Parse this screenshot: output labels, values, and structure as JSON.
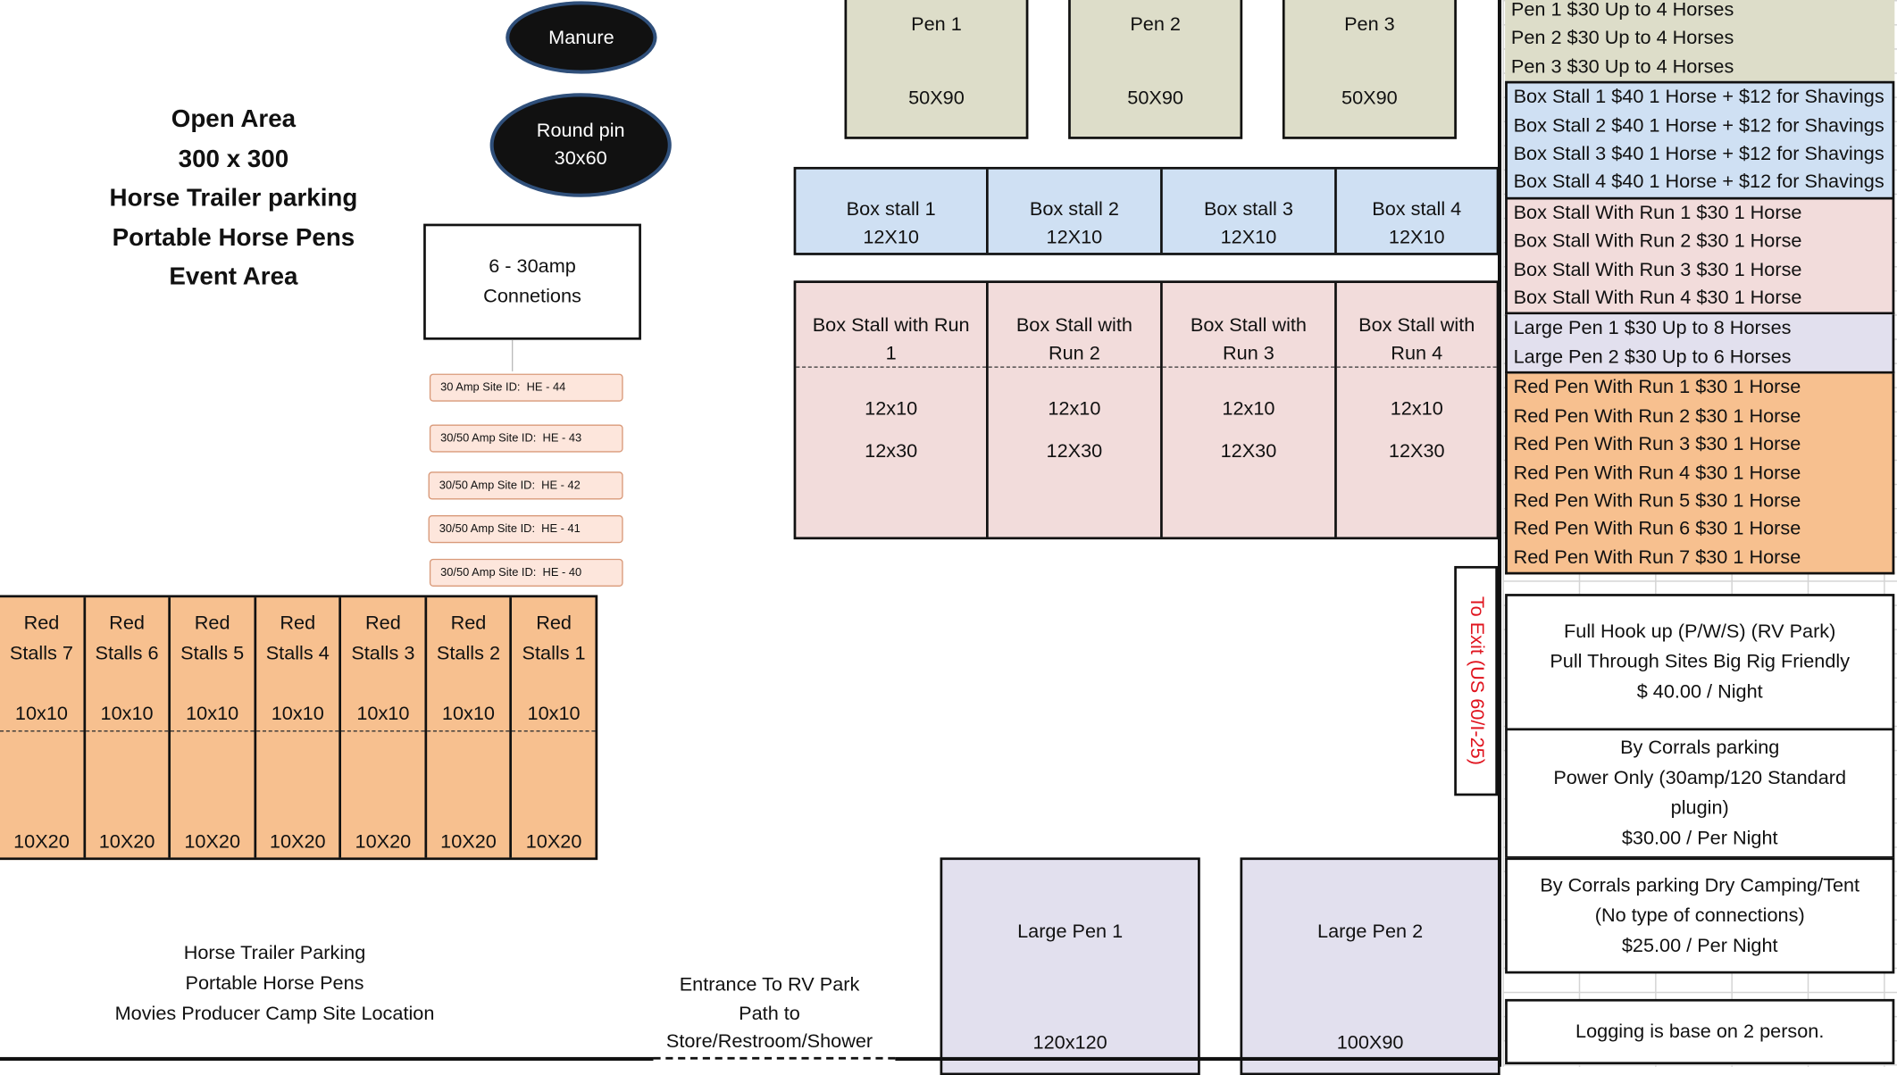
{
  "open_area": {
    "lines": [
      "Open Area",
      "300 x 300",
      "Horse Trailer parking",
      "Portable Horse Pens",
      "Event Area"
    ]
  },
  "manure": {
    "label": "Manure"
  },
  "round_pin": {
    "name": "Round pin",
    "size": "30x60"
  },
  "connections": {
    "label": "6 - 30amp\nConnetions"
  },
  "sites": [
    "30 Amp Site ID:  HE - 44",
    "30/50 Amp Site ID:  HE - 43",
    "30/50 Amp Site ID:  HE - 42",
    "30/50 Amp Site ID:  HE - 41",
    "30/50 Amp Site ID:  HE - 40"
  ],
  "pens": [
    {
      "name": "Pen 1",
      "size": "50X90"
    },
    {
      "name": "Pen 2",
      "size": "50X90"
    },
    {
      "name": "Pen 3",
      "size": "50X90"
    }
  ],
  "box_stalls": [
    {
      "name": "Box stall 1",
      "size": "12X10"
    },
    {
      "name": "Box stall 2",
      "size": "12X10"
    },
    {
      "name": "Box stall 3",
      "size": "12X10"
    },
    {
      "name": "Box stall 4",
      "size": "12X10"
    }
  ],
  "run_stalls": [
    {
      "name": "Box Stall with Run\n1",
      "size": "12x10",
      "run": "12x30"
    },
    {
      "name": "Box Stall with\nRun 2",
      "size": "12x10",
      "run": "12X30"
    },
    {
      "name": "Box Stall with\nRun 3",
      "size": "12x10",
      "run": "12X30"
    },
    {
      "name": "Box Stall with\nRun 4",
      "size": "12x10",
      "run": "12X30"
    }
  ],
  "red_stalls": [
    {
      "name": "Red\nStalls 7",
      "size": "10x10",
      "run": "10X20"
    },
    {
      "name": "Red\nStalls 6",
      "size": "10x10",
      "run": "10X20"
    },
    {
      "name": "Red\nStalls 5",
      "size": "10x10",
      "run": "10X20"
    },
    {
      "name": "Red\nStalls 4",
      "size": "10x10",
      "run": "10X20"
    },
    {
      "name": "Red\nStalls 3",
      "size": "10x10",
      "run": "10X20"
    },
    {
      "name": "Red\nStalls 2",
      "size": "10x10",
      "run": "10X20"
    },
    {
      "name": "Red\nStalls 1",
      "size": "10x10",
      "run": "10X20"
    }
  ],
  "large_pens": [
    {
      "name": "Large Pen 1",
      "size": "120x120"
    },
    {
      "name": "Large Pen 2",
      "size": "100X90"
    }
  ],
  "exit_label": "To Exit (US 60/I-25)",
  "bottom_left": {
    "label": "Horse Trailer Parking\nPortable Horse Pens\nMovies Producer Camp Site Location"
  },
  "entrance": {
    "label": "Entrance To RV Park\nPath to\nStore/Restroom/Shower"
  },
  "price_list": {
    "groups": [
      {
        "color": "#ddddc9",
        "items": [
          "Pen 1 $30 Up to 4 Horses",
          "Pen 2 $30 Up to 4 Horses",
          "Pen 3 $30 Up to 4 Horses"
        ]
      },
      {
        "color": "#cfe0f3",
        "items": [
          "Box Stall 1 $40 1 Horse + $12 for Shavings",
          "Box Stall 2 $40 1 Horse + $12 for Shavings",
          "Box Stall 3 $40 1 Horse + $12 for Shavings",
          "Box Stall 4 $40 1 Horse + $12 for Shavings"
        ]
      },
      {
        "color": "#f2dcdb",
        "items": [
          "Box Stall With Run 1 $30 1 Horse",
          "Box Stall With Run 2 $30 1 Horse",
          "Box Stall With Run 3 $30 1 Horse",
          "Box Stall With Run 4 $30 1 Horse"
        ]
      },
      {
        "color": "#e2e0ee",
        "items": [
          "Large Pen 1 $30 Up to 8 Horses",
          "Large Pen 2 $30 Up to 6 Horses"
        ]
      },
      {
        "color": "#f7c08f",
        "items": [
          "Red Pen With Run 1 $30 1 Horse",
          "Red Pen With Run 2 $30 1 Horse",
          "Red Pen With Run 3 $30 1 Horse",
          "Red Pen With Run 4 $30 1 Horse",
          "Red Pen With Run 5 $30 1 Horse",
          "Red Pen With Run 6 $30 1 Horse",
          "Red Pen With Run 7 $30 1 Horse"
        ]
      }
    ]
  },
  "info_boxes": [
    {
      "text": "Full Hook up (P/W/S) (RV Park)\nPull Through Sites Big Rig Friendly\n$ 40.00 / Night"
    },
    {
      "text": "By Corrals parking\nPower Only (30amp/120 Standard\nplugin)\n$30.00 / Per Night"
    },
    {
      "text": "By Corrals parking Dry Camping/Tent\n(No type of connections)\n$25.00 / Per Night"
    },
    {
      "text": "Logging is base on 2 person."
    }
  ],
  "colors": {
    "pen": "#ddddc9",
    "box_stall": "#cfe0f3",
    "run_stall": "#f2dcdb",
    "red_stall": "#f7c08f",
    "large_pen": "#e2e0ee",
    "exit_text": "#e0141e",
    "ellipse": "#111111",
    "ellipse_border": "#2f4f7a"
  }
}
